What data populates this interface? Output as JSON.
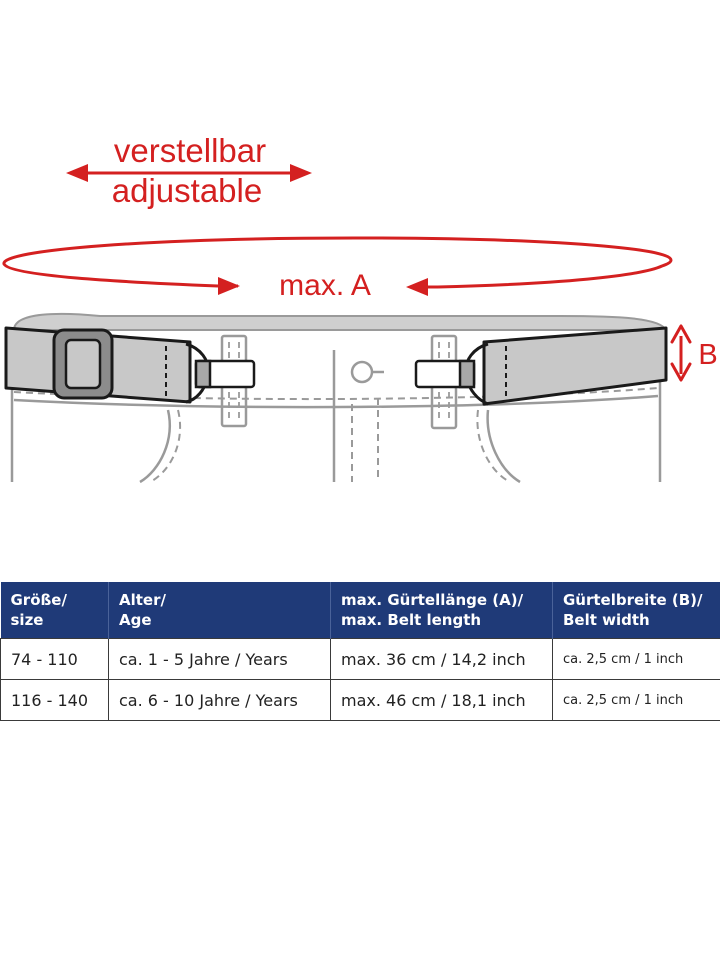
{
  "labels": {
    "adjustable_de": "verstellbar",
    "adjustable_en": "adjustable",
    "length": "max. A",
    "width": "B"
  },
  "colors": {
    "accent_red": "#d42020",
    "table_header": "#1f3a78",
    "belt_grey": "#c8c8c8",
    "outline": "#1a1a1a",
    "pants_line": "#9a9a9a"
  },
  "table": {
    "headers": [
      {
        "line1": "Größe/",
        "line2": "size"
      },
      {
        "line1": "Alter/",
        "line2": "Age"
      },
      {
        "line1": "max. Gürtellänge (A)/",
        "line2": "max. Belt length"
      },
      {
        "line1": "Gürtelbreite (B)/",
        "line2": "Belt width"
      }
    ],
    "rows": [
      {
        "size": "74 - 110",
        "age": "ca. 1 - 5 Jahre / Years",
        "length": "max. 36 cm / 14,2 inch",
        "width": "ca. 2,5 cm / 1 inch"
      },
      {
        "size": "116 - 140",
        "age": "ca. 6 - 10 Jahre / Years",
        "length": "max. 46 cm  / 18,1 inch",
        "width": "ca. 2,5 cm / 1 inch"
      }
    ]
  }
}
